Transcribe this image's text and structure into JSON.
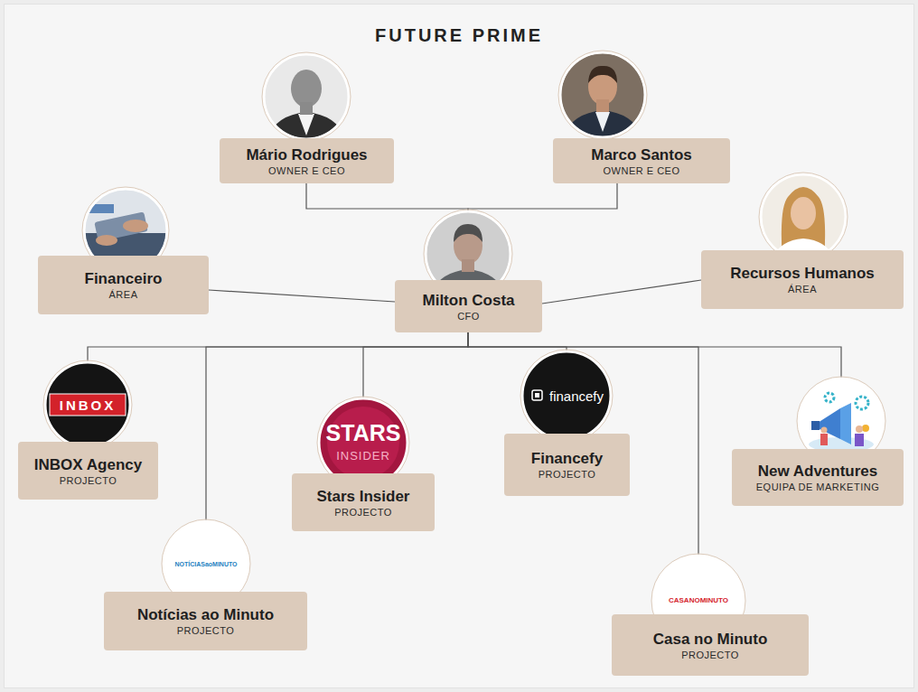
{
  "diagram": {
    "title": "FUTURE PRIME",
    "nodes": [
      {
        "text": [
          "Mário Rodrigues",
          "OWNER E CEO"
        ]
      },
      {
        "text": [
          "Marco Santos",
          "OWNER E CEO"
        ]
      },
      {
        "text": [
          "Financeiro",
          "ÁREA"
        ]
      },
      {
        "text": [
          "Milton Costa",
          "CFO"
        ]
      },
      {
        "text": [
          "Recursos Humanos",
          "ÁREA"
        ]
      },
      {
        "text": [
          "INBOX Agency",
          "PROJECTO"
        ]
      },
      {
        "text": [
          "Notícias ao Minuto",
          "PROJECTO"
        ]
      },
      {
        "text": [
          "Stars Insider",
          "PROJECTO"
        ]
      },
      {
        "text": [
          "Financefy",
          "PROJECTO"
        ]
      },
      {
        "text": [
          "New Adventures",
          "EQUIPA DE MARKETING"
        ]
      },
      {
        "text": [
          "Casa no Minuto",
          "PROJECTO"
        ]
      }
    ],
    "edges": [
      {
        "from": 0,
        "to": 3,
        "arrow": "none"
      },
      {
        "from": 1,
        "to": 3,
        "arrow": "none"
      },
      {
        "from": 2,
        "to": 3,
        "arrow": "none"
      },
      {
        "from": 3,
        "to": 4,
        "arrow": "none"
      },
      {
        "from": 3,
        "to": 5,
        "arrow": "none"
      },
      {
        "from": 3,
        "to": 6,
        "arrow": "none"
      },
      {
        "from": 3,
        "to": 7,
        "arrow": "none"
      },
      {
        "from": 3,
        "to": 8,
        "arrow": "none"
      },
      {
        "from": 3,
        "to": 9,
        "arrow": "none"
      },
      {
        "from": 3,
        "to": 10,
        "arrow": "none"
      }
    ],
    "labels": [
      "INBOX",
      "NOTÍCIASaoMINUTO",
      "STARS",
      "INSIDER",
      "financefy",
      "CASANOMINUTO"
    ]
  }
}
